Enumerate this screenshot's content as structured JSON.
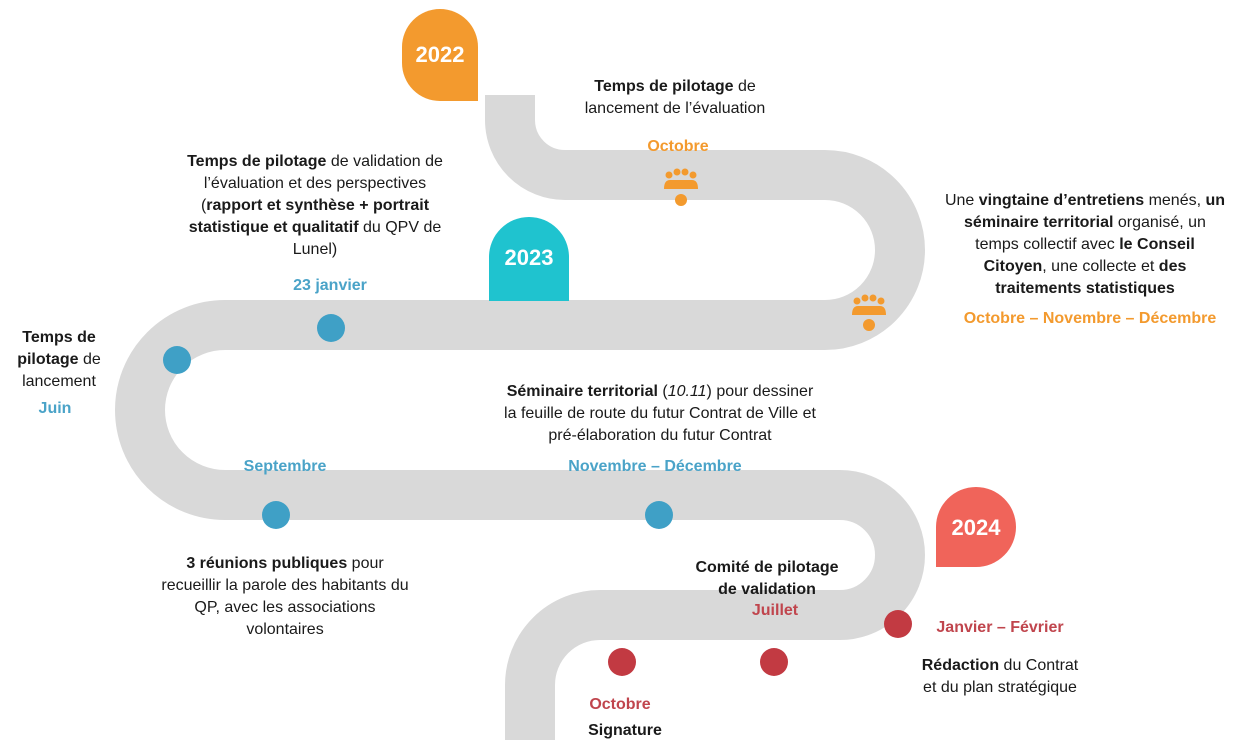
{
  "years": {
    "y2022": "2022",
    "y2023": "2023",
    "y2024": "2024"
  },
  "colors": {
    "road": "#d9d9d9",
    "orange": "#f39a2e",
    "teal": "#1fc3cf",
    "red": "#f0645a",
    "blue_dot": "#3fa0c6",
    "red_dot": "#c23a42"
  },
  "icons": [
    "people-meeting-icon"
  ],
  "steps": {
    "lancement_2022": {
      "b1": "Temps de pilotage",
      "t1": " de",
      "t2": "lancement de l’évaluation",
      "date": "Octobre"
    },
    "entretiens": {
      "t1": "Une ",
      "b1": "vingtaine d’entretiens",
      "t2": " menés, ",
      "b2": "un",
      "b3": "séminaire territorial",
      "t3": " organisé, un",
      "t4": "temps collectif avec ",
      "b4": "le Conseil",
      "b5": "Citoyen",
      "t5": ", une collecte et ",
      "b6": "des",
      "b7": "traitements statistiques",
      "date": "Octobre – Novembre – Décembre"
    },
    "validation": {
      "b1": "Temps de pilotage",
      "t1": " de validation de",
      "t2": "l’évaluation et des perspectives",
      "t3": "(",
      "b2": "rapport et synthèse + portrait",
      "b3": "statistique et qualitatif",
      "t4": " du QPV de",
      "t5": "Lunel)",
      "date": "23 janvier"
    },
    "lancement_juin": {
      "b1": "Temps de",
      "b2": "pilotage",
      "t1": " de",
      "t2": "lancement",
      "date": "Juin"
    },
    "seminaire": {
      "b1": "Séminaire territorial",
      "t1": " (",
      "i1": "10.11",
      "t2": ") pour dessiner",
      "t3": "la feuille de route du futur Contrat de Ville et",
      "t4": "pré-élaboration du futur Contrat",
      "date": "Novembre – Décembre"
    },
    "reunions": {
      "b1": "3 réunions publiques",
      "t1": " pour",
      "t2": "recueillir la parole des habitants du",
      "t3": "QP, avec les associations",
      "t4": "volontaires",
      "date": "Septembre"
    },
    "comite": {
      "b1": "Comité de pilotage",
      "b2": "de validation",
      "date": "Juillet"
    },
    "redaction": {
      "b1": "Rédaction",
      "t1": " du Contrat",
      "t2": "et du plan stratégique",
      "date": "Janvier – Février"
    },
    "signature": {
      "date": "Octobre",
      "b1": "Signature"
    }
  }
}
